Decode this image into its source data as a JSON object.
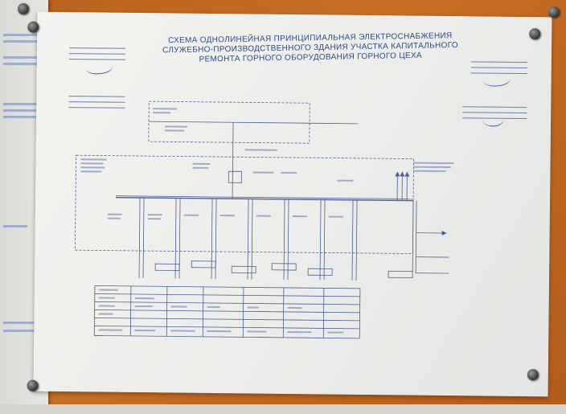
{
  "poster": {
    "title_line1": "СХЕМА ОДНОЛИНЕЙНАЯ ПРИНЦИПИАЛЬНАЯ ЭЛЕКТРОСНАБЖЕНИЯ",
    "title_line2": "СЛУЖЕБНО-ПРОИЗВОДСТВЕННОГО ЗДАНИЯ УЧАСТКА КАПИТАЛЬНОГО",
    "title_line3": "РЕМОНТА ГОРНОГО ОБОРУДОВАНИЯ ГОРНОГО ЦЕХА"
  },
  "colors": {
    "wall": "#c26b22",
    "paper": "#efefec",
    "ink": "#2e4a8a"
  }
}
